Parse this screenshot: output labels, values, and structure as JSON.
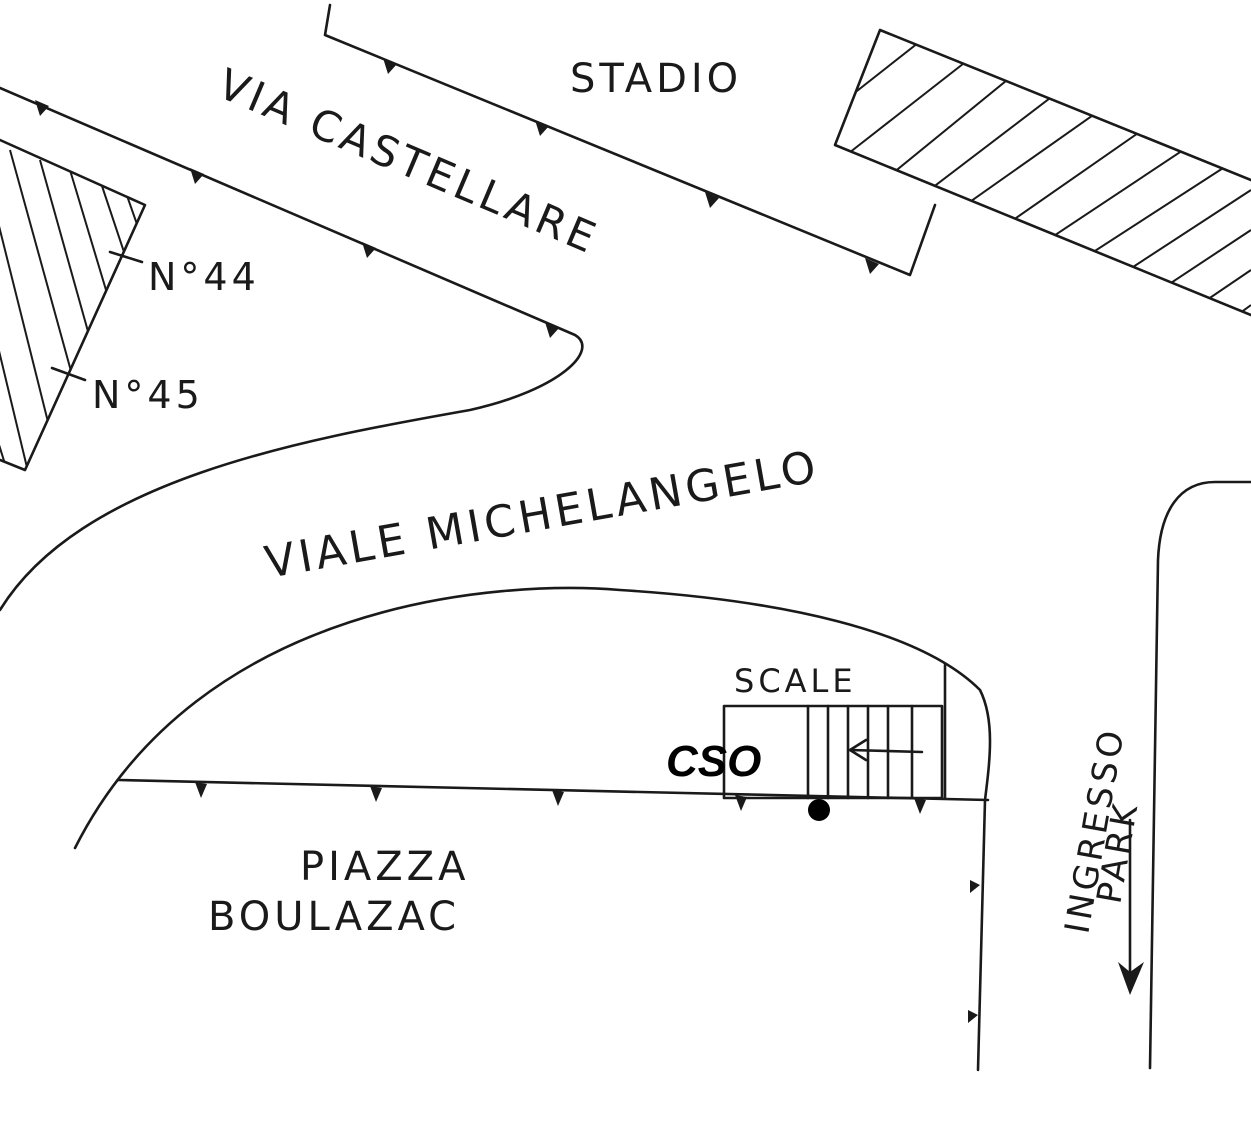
{
  "labels": {
    "stadio": "STADIO",
    "via_castellare": "VIA CASTELLARE",
    "n44": "N°44",
    "n45": "N°45",
    "viale_michelangelo": "VIALE MICHELANGELO",
    "scale": "SCALE",
    "cso": "CSO",
    "piazza": "PIAZZA",
    "boulazac": "BOULAZAC",
    "ingresso": "INGRESSO",
    "park": "PARK"
  },
  "icons": {
    "location_marker": "filled-circle",
    "stairs_arrow": "arrow-left",
    "park_arrow": "arrow-down"
  },
  "colors": {
    "ink": "#1a1a1a",
    "paper": "#ffffff"
  }
}
